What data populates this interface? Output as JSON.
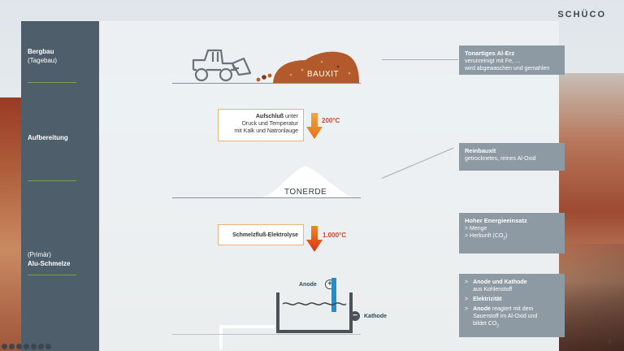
{
  "logo": "SCHÜCO",
  "sidebar": {
    "bergbau_title": "Bergbau",
    "bergbau_sub": "(Tagebau)",
    "aufbereitung": "Aufbereitung",
    "schmelze_sub": "(Primär)",
    "schmelze_title": "Alu-Schmelze"
  },
  "stage1": {
    "bauxit": "BAUXIT",
    "info_title": "Tonartiges Al-Erz",
    "info_l1": "verunreinigt mit Fe, …",
    "info_l2": "wird abgewaschen und gemahlen"
  },
  "stage2": {
    "proc_bold": "Aufschluß",
    "proc_l1": " unter",
    "proc_l2": "Druck und Temperatur",
    "proc_l3": "mit Kalk und Natronlauge",
    "temp": "200°C",
    "info_title": "Reinbauxit",
    "info_l1": "getrocknetes, reines Al-Oxid",
    "tonerde": "TONERDE"
  },
  "stage3": {
    "proc": "Schmelzfluß-Elektrolyse",
    "temp": "1.000°C",
    "info_title": "Hoher Energieeinsatz",
    "info_l1": "> Menge",
    "info_l2": "> Herkunft (CO",
    "info_l2_sub": "2",
    "info_l2_end": ")"
  },
  "stage4": {
    "anode": "Anode",
    "kathode": "Kathode",
    "plus": "+",
    "minus": "−",
    "b1_bold": "Anode und Kathode",
    "b1_l2": "aus Kohlenstoff",
    "b2_bold": "Elektrizität",
    "b3_bold": "Anode",
    "b3_l1": " reagiert mit dem",
    "b3_l2": "Sauerstoff im Al-Oxid und",
    "b3_l3": "bildet CO",
    "b3_sub": "2",
    "bullet": ">"
  },
  "page_number": "2",
  "colors": {
    "sidebar": "#4e5f6b",
    "infobox": "#8d9aa4",
    "arrow_orange": "#f08a1c",
    "arrow_red": "#d9301a",
    "accent_blue": "#2a8cc4"
  }
}
